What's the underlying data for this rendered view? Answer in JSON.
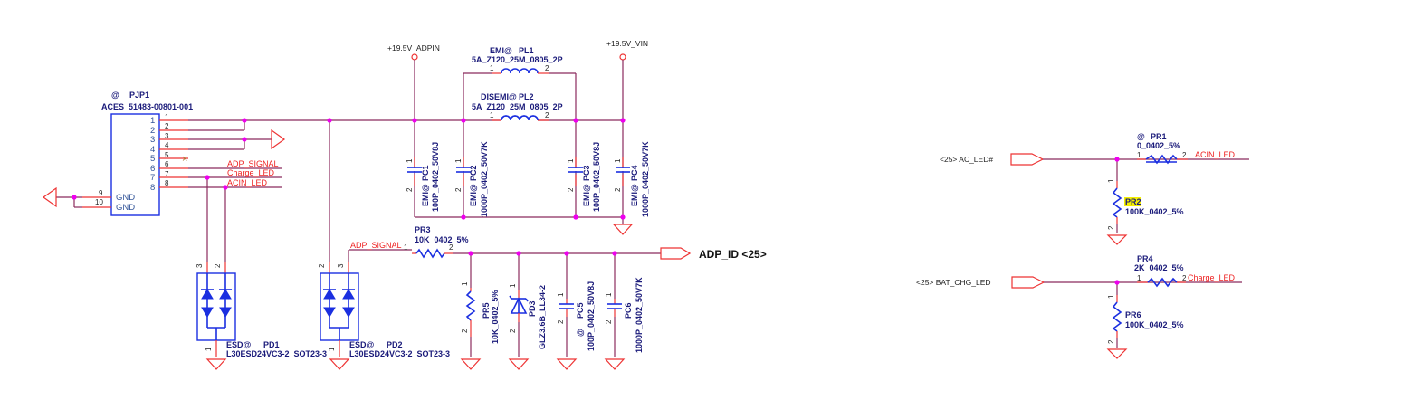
{
  "connector": {
    "refdes": "PJP1",
    "prefix": "@",
    "part": "ACES_51483-00801-001",
    "pins": [
      "1",
      "2",
      "3",
      "4",
      "5",
      "6",
      "7",
      "8"
    ],
    "gnd_pins": [
      "9",
      "10"
    ],
    "gnd_label": "GND"
  },
  "nets": {
    "adp_signal": "ADP_SIGNAL",
    "charge_led": "Charge_LED",
    "acin_led": "ACIN_LED",
    "adpin": "+19.5V_ADPIN",
    "vin": "+19.5V_VIN",
    "adp_id_port": "ADP_ID <25>",
    "ac_led_port": "<25> AC_LED#",
    "bat_chg_port": "<25> BAT_CHG_LED"
  },
  "inductors": [
    {
      "refdes": "PL1",
      "prefix": "EMI@",
      "value": "5A_Z120_25M_0805_2P",
      "pin1": "1",
      "pin2": "2"
    },
    {
      "refdes": "PL2",
      "prefix": "DISEMI@",
      "value": "5A_Z120_25M_0805_2P",
      "pin1": "1",
      "pin2": "2"
    }
  ],
  "capacitors": [
    {
      "refdes": "PC1",
      "prefix": "EMI@",
      "value": "100P_0402_50V8J"
    },
    {
      "refdes": "PC2",
      "prefix": "EMI@",
      "value": "1000P_0402_50V7K"
    },
    {
      "refdes": "PC3",
      "prefix": "EMI@",
      "value": "100P_0402_50V8J"
    },
    {
      "refdes": "PC4",
      "prefix": "EMI@",
      "value": "1000P_0402_50V7K"
    },
    {
      "refdes": "PC5",
      "prefix": "@",
      "value": "100P_0402_50V8J"
    },
    {
      "refdes": "PC6",
      "prefix": "",
      "value": "1000P_0402_50V7K"
    }
  ],
  "resistors": [
    {
      "refdes": "PR1",
      "prefix": "@",
      "value": "0_0402_5%"
    },
    {
      "refdes": "PR2",
      "prefix": "",
      "value": "100K_0402_5%"
    },
    {
      "refdes": "PR3",
      "prefix": "",
      "value": "10K_0402_5%"
    },
    {
      "refdes": "PR4",
      "prefix": "",
      "value": "2K_0402_5%"
    },
    {
      "refdes": "PR5",
      "prefix": "",
      "value": "10K_0402_5%"
    },
    {
      "refdes": "PR6",
      "prefix": "",
      "value": "100K_0402_5%"
    }
  ],
  "diodes": [
    {
      "refdes": "PD1",
      "prefix": "ESD@",
      "value": "L30ESD24VC3-2_SOT23-3"
    },
    {
      "refdes": "PD2",
      "prefix": "ESD@",
      "value": "L30ESD24VC3-2_SOT23-3"
    },
    {
      "refdes": "PD3",
      "prefix": "",
      "value": "GLZ3.6B_LL34-2"
    }
  ],
  "pin_labels": {
    "one": "1",
    "two": "2",
    "three": "3"
  },
  "no_connect_mark": "×",
  "highlighted": "PR2"
}
